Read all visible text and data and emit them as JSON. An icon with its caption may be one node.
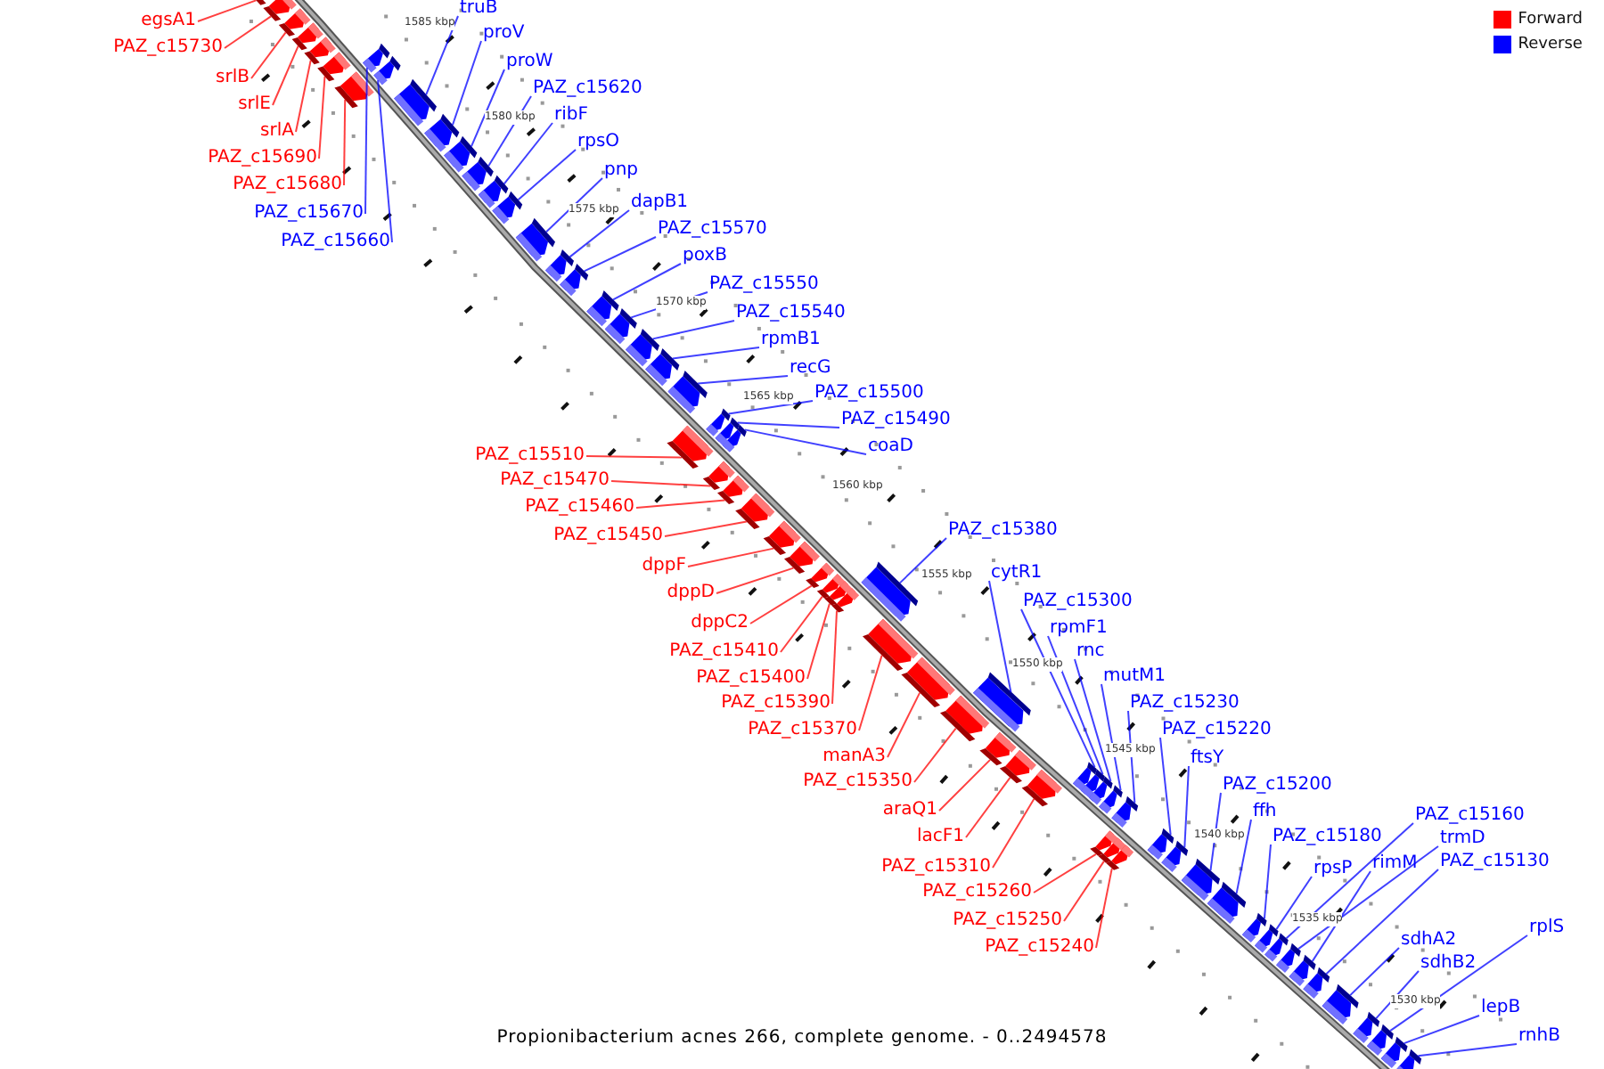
{
  "diagram": {
    "caption": "Propionibacterium acnes 266, complete genome. - 0..2494578",
    "nodes": [
      {
        "text": [
          "egsA1"
        ]
      },
      {
        "text": [
          "PAZ_c15730"
        ]
      },
      {
        "text": [
          "srlB"
        ]
      },
      {
        "text": [
          "srlE"
        ]
      },
      {
        "text": [
          "srlA"
        ]
      },
      {
        "text": [
          "PAZ_c15690"
        ]
      },
      {
        "text": [
          "PAZ_c15680"
        ]
      },
      {
        "text": [
          "PAZ_c15670"
        ]
      },
      {
        "text": [
          "PAZ_c15660"
        ]
      },
      {
        "text": [
          "truB"
        ]
      },
      {
        "text": [
          "proV"
        ]
      },
      {
        "text": [
          "proW"
        ]
      },
      {
        "text": [
          "PAZ_c15620"
        ]
      },
      {
        "text": [
          "ribF"
        ]
      },
      {
        "text": [
          "rpsO"
        ]
      },
      {
        "text": [
          "pnp"
        ]
      },
      {
        "text": [
          "dapB1"
        ]
      },
      {
        "text": [
          "PAZ_c15570"
        ]
      },
      {
        "text": [
          "poxB"
        ]
      },
      {
        "text": [
          "PAZ_c15550"
        ]
      },
      {
        "text": [
          "PAZ_c15540"
        ]
      },
      {
        "text": [
          "rpmB1"
        ]
      },
      {
        "text": [
          "recG"
        ]
      },
      {
        "text": [
          "PAZ_c15500"
        ]
      },
      {
        "text": [
          "PAZ_c15490"
        ]
      },
      {
        "text": [
          "coaD"
        ]
      },
      {
        "text": [
          "PAZ_c15510"
        ]
      },
      {
        "text": [
          "PAZ_c15470"
        ]
      },
      {
        "text": [
          "PAZ_c15460"
        ]
      },
      {
        "text": [
          "PAZ_c15450"
        ]
      },
      {
        "text": [
          "dppF"
        ]
      },
      {
        "text": [
          "dppD"
        ]
      },
      {
        "text": [
          "dppC2"
        ]
      },
      {
        "text": [
          "PAZ_c15410"
        ]
      },
      {
        "text": [
          "PAZ_c15400"
        ]
      },
      {
        "text": [
          "PAZ_c15390"
        ]
      },
      {
        "text": [
          "PAZ_c15370"
        ]
      },
      {
        "text": [
          "manA3"
        ]
      },
      {
        "text": [
          "PAZ_c15350"
        ]
      },
      {
        "text": [
          "araQ1"
        ]
      },
      {
        "text": [
          "lacF1"
        ]
      },
      {
        "text": [
          "PAZ_c15310"
        ]
      },
      {
        "text": [
          "PAZ_c15260"
        ]
      },
      {
        "text": [
          "PAZ_c15250"
        ]
      },
      {
        "text": [
          "PAZ_c15240"
        ]
      },
      {
        "text": [
          "PAZ_c15380"
        ]
      },
      {
        "text": [
          "cytR1"
        ]
      },
      {
        "text": [
          "PAZ_c15300"
        ]
      },
      {
        "text": [
          "rpmF1"
        ]
      },
      {
        "text": [
          "rnc"
        ]
      },
      {
        "text": [
          "mutM1"
        ]
      },
      {
        "text": [
          "PAZ_c15230"
        ]
      },
      {
        "text": [
          "PAZ_c15220"
        ]
      },
      {
        "text": [
          "ftsY"
        ]
      },
      {
        "text": [
          "PAZ_c15200"
        ]
      },
      {
        "text": [
          "ffh"
        ]
      },
      {
        "text": [
          "PAZ_c15180"
        ]
      },
      {
        "text": [
          "PAZ_c15160"
        ]
      },
      {
        "text": [
          "trmD"
        ]
      },
      {
        "text": [
          "rimM"
        ]
      },
      {
        "text": [
          "PAZ_c15130"
        ]
      },
      {
        "text": [
          "rpsP"
        ]
      },
      {
        "text": [
          "sdhA2"
        ]
      },
      {
        "text": [
          "rplS"
        ]
      },
      {
        "text": [
          "sdhB2"
        ]
      },
      {
        "text": [
          "lepB"
        ]
      },
      {
        "text": [
          "rnhB"
        ]
      },
      {
        "text": [],
        "shape": "box"
      },
      {
        "text": [],
        "shape": "box"
      },
      {
        "text": [],
        "shape": "box"
      },
      {
        "text": [],
        "shape": "box"
      },
      {
        "text": [],
        "shape": "box"
      },
      {
        "text": [],
        "shape": "box"
      },
      {
        "text": [],
        "shape": "box"
      },
      {
        "text": [],
        "shape": "box"
      },
      {
        "text": [],
        "shape": "box"
      },
      {
        "text": [],
        "shape": "box"
      },
      {
        "text": [],
        "shape": "box"
      },
      {
        "text": [],
        "shape": "box"
      },
      {
        "text": [],
        "shape": "box"
      },
      {
        "text": [],
        "shape": "box"
      },
      {
        "text": [],
        "shape": "box"
      },
      {
        "text": [],
        "shape": "box"
      },
      {
        "text": [],
        "shape": "box"
      },
      {
        "text": [],
        "shape": "box"
      },
      {
        "text": [],
        "shape": "box"
      },
      {
        "text": [],
        "shape": "box"
      },
      {
        "text": [],
        "shape": "box"
      },
      {
        "text": [],
        "shape": "box"
      },
      {
        "text": [],
        "shape": "box"
      },
      {
        "text": [],
        "shape": "box"
      },
      {
        "text": [],
        "shape": "box"
      },
      {
        "text": [],
        "shape": "box"
      },
      {
        "text": [],
        "shape": "box"
      },
      {
        "text": [],
        "shape": "box"
      },
      {
        "text": [],
        "shape": "box"
      },
      {
        "text": [],
        "shape": "box"
      },
      {
        "text": [],
        "shape": "box"
      },
      {
        "text": [],
        "shape": "box"
      },
      {
        "text": [],
        "shape": "box"
      },
      {
        "text": [],
        "shape": "box"
      },
      {
        "text": [],
        "shape": "box"
      },
      {
        "text": [],
        "shape": "box"
      },
      {
        "text": [],
        "shape": "box"
      },
      {
        "text": [],
        "shape": "box"
      },
      {
        "text": [],
        "shape": "box"
      },
      {
        "text": [],
        "shape": "box"
      },
      {
        "text": [],
        "shape": "box"
      },
      {
        "text": [],
        "shape": "box"
      },
      {
        "text": [],
        "shape": "box"
      },
      {
        "text": [],
        "shape": "box"
      },
      {
        "text": [],
        "shape": "box"
      },
      {
        "text": [],
        "shape": "box"
      },
      {
        "text": [],
        "shape": "box"
      },
      {
        "text": [],
        "shape": "box"
      },
      {
        "text": [],
        "shape": "box"
      },
      {
        "text": [],
        "shape": "box"
      },
      {
        "text": [],
        "shape": "box"
      },
      {
        "text": [],
        "shape": "box"
      },
      {
        "text": [],
        "shape": "box"
      },
      {
        "text": [],
        "shape": "box"
      },
      {
        "text": [],
        "shape": "box"
      },
      {
        "text": [],
        "shape": "box"
      },
      {
        "text": [],
        "shape": "box"
      },
      {
        "text": [],
        "shape": "box"
      },
      {
        "text": [],
        "shape": "box"
      },
      {
        "text": [],
        "shape": "box"
      },
      {
        "text": [],
        "shape": "box"
      },
      {
        "text": [],
        "shape": "box"
      },
      {
        "text": [],
        "shape": "box"
      },
      {
        "text": [],
        "shape": "box"
      },
      {
        "text": [],
        "shape": "box"
      },
      {
        "text": [],
        "shape": "box"
      },
      {
        "text": [],
        "shape": "box"
      }
    ],
    "edges": [
      {
        "from": 0,
        "to": 67,
        "arrow": "none",
        "color": "#ff0000"
      },
      {
        "from": 1,
        "to": 68,
        "arrow": "none",
        "color": "#ff0000"
      },
      {
        "from": 2,
        "to": 69,
        "arrow": "none",
        "color": "#ff0000"
      },
      {
        "from": 3,
        "to": 70,
        "arrow": "none",
        "color": "#ff0000"
      },
      {
        "from": 4,
        "to": 71,
        "arrow": "none",
        "color": "#ff0000"
      },
      {
        "from": 5,
        "to": 72,
        "arrow": "none",
        "color": "#ff0000"
      },
      {
        "from": 6,
        "to": 73,
        "arrow": "none",
        "color": "#ff0000"
      },
      {
        "from": 7,
        "to": 74,
        "arrow": "none"
      },
      {
        "from": 8,
        "to": 75,
        "arrow": "none"
      },
      {
        "from": 9,
        "to": 76,
        "arrow": "none"
      },
      {
        "from": 10,
        "to": 77,
        "arrow": "none"
      },
      {
        "from": 11,
        "to": 78,
        "arrow": "none"
      },
      {
        "from": 12,
        "to": 79,
        "arrow": "none"
      },
      {
        "from": 13,
        "to": 80,
        "arrow": "none"
      },
      {
        "from": 14,
        "to": 81,
        "arrow": "none"
      },
      {
        "from": 15,
        "to": 82,
        "arrow": "none"
      },
      {
        "from": 16,
        "to": 83,
        "arrow": "none"
      },
      {
        "from": 17,
        "to": 84,
        "arrow": "none"
      },
      {
        "from": 18,
        "to": 85,
        "arrow": "none"
      },
      {
        "from": 19,
        "to": 86,
        "arrow": "none"
      },
      {
        "from": 20,
        "to": 87,
        "arrow": "none"
      },
      {
        "from": 21,
        "to": 88,
        "arrow": "none"
      },
      {
        "from": 22,
        "to": 89,
        "arrow": "none"
      },
      {
        "from": 23,
        "to": 91,
        "arrow": "none"
      },
      {
        "from": 24,
        "to": 92,
        "arrow": "none"
      },
      {
        "from": 25,
        "to": 93,
        "arrow": "none"
      },
      {
        "from": 26,
        "to": 90,
        "arrow": "none",
        "color": "#ff0000"
      },
      {
        "from": 27,
        "to": 94,
        "arrow": "none",
        "color": "#ff0000"
      },
      {
        "from": 28,
        "to": 95,
        "arrow": "none",
        "color": "#ff0000"
      },
      {
        "from": 29,
        "to": 96,
        "arrow": "none",
        "color": "#ff0000"
      },
      {
        "from": 30,
        "to": 97,
        "arrow": "none",
        "color": "#ff0000"
      },
      {
        "from": 31,
        "to": 98,
        "arrow": "none",
        "color": "#ff0000"
      },
      {
        "from": 32,
        "to": 99,
        "arrow": "none",
        "color": "#ff0000"
      },
      {
        "from": 33,
        "to": 100,
        "arrow": "none",
        "color": "#ff0000"
      },
      {
        "from": 34,
        "to": 101,
        "arrow": "none",
        "color": "#ff0000"
      },
      {
        "from": 35,
        "to": 102,
        "arrow": "none",
        "color": "#ff0000"
      },
      {
        "from": 36,
        "to": 104,
        "arrow": "none",
        "color": "#ff0000"
      },
      {
        "from": 37,
        "to": 105,
        "arrow": "none",
        "color": "#ff0000"
      },
      {
        "from": 38,
        "to": 106,
        "arrow": "none",
        "color": "#ff0000"
      },
      {
        "from": 39,
        "to": 108,
        "arrow": "none",
        "color": "#ff0000"
      },
      {
        "from": 40,
        "to": 109,
        "arrow": "none",
        "color": "#ff0000"
      },
      {
        "from": 41,
        "to": 110,
        "arrow": "none",
        "color": "#ff0000"
      },
      {
        "from": 42,
        "to": 116,
        "arrow": "none",
        "color": "#ff0000"
      },
      {
        "from": 43,
        "to": 117,
        "arrow": "none",
        "color": "#ff0000"
      },
      {
        "from": 44,
        "to": 118,
        "arrow": "none",
        "color": "#ff0000"
      },
      {
        "from": 45,
        "to": 103,
        "arrow": "none"
      },
      {
        "from": 46,
        "to": 107,
        "arrow": "none"
      },
      {
        "from": 47,
        "to": 111,
        "arrow": "none"
      },
      {
        "from": 48,
        "to": 112,
        "arrow": "none"
      },
      {
        "from": 49,
        "to": 113,
        "arrow": "none"
      },
      {
        "from": 50,
        "to": 114,
        "arrow": "none"
      },
      {
        "from": 51,
        "to": 115,
        "arrow": "none"
      },
      {
        "from": 52,
        "to": 119,
        "arrow": "none"
      },
      {
        "from": 53,
        "to": 120,
        "arrow": "none"
      },
      {
        "from": 54,
        "to": 121,
        "arrow": "none"
      },
      {
        "from": 55,
        "to": 122,
        "arrow": "none"
      },
      {
        "from": 56,
        "to": 123,
        "arrow": "none"
      },
      {
        "from": 57,
        "to": 125,
        "arrow": "none"
      },
      {
        "from": 58,
        "to": 126,
        "arrow": "none"
      },
      {
        "from": 59,
        "to": 127,
        "arrow": "none"
      },
      {
        "from": 60,
        "to": 128,
        "arrow": "none"
      },
      {
        "from": 61,
        "to": 124,
        "arrow": "none"
      },
      {
        "from": 62,
        "to": 129,
        "arrow": "none"
      },
      {
        "from": 63,
        "to": 131,
        "arrow": "none"
      },
      {
        "from": 64,
        "to": 130,
        "arrow": "none"
      },
      {
        "from": 65,
        "to": 132,
        "arrow": "none"
      },
      {
        "from": 66,
        "to": 133,
        "arrow": "none"
      }
    ],
    "labels": [
      "1585 kbp",
      "1580 kbp",
      "1575 kbp",
      "1570 kbp",
      "1565 kbp",
      "1560 kbp",
      "1555 kbp",
      "1550 kbp",
      "1545 kbp",
      "1540 kbp",
      "1535 kbp",
      "1530 kbp"
    ],
    "legend": [
      {
        "text": "Forward",
        "color": "#ff0000"
      },
      {
        "text": "Reverse",
        "color": "#0000ff"
      }
    ]
  }
}
